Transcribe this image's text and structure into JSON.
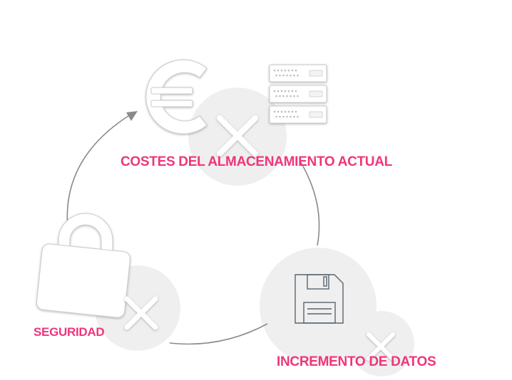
{
  "colors": {
    "accent": "#f0357a",
    "circle": "#efefef",
    "cycle_line": "#8a8a8a",
    "icon_outline": "#c9c9c9",
    "icon_fill": "#ffffff",
    "floppy_stroke": "#5a6470"
  },
  "labels": {
    "costes": "COSTES DEL ALMACENAMIENTO ACTUAL",
    "seguridad": "SEGURIDAD",
    "incremento": "INCREMENTO DE DATOS"
  },
  "icons": {
    "costes": [
      "euro-icon",
      "server-rack-icon",
      "close-x-icon"
    ],
    "seguridad": [
      "padlock-icon",
      "close-x-icon"
    ],
    "incremento": [
      "floppy-disk-icon",
      "close-x-icon"
    ]
  }
}
